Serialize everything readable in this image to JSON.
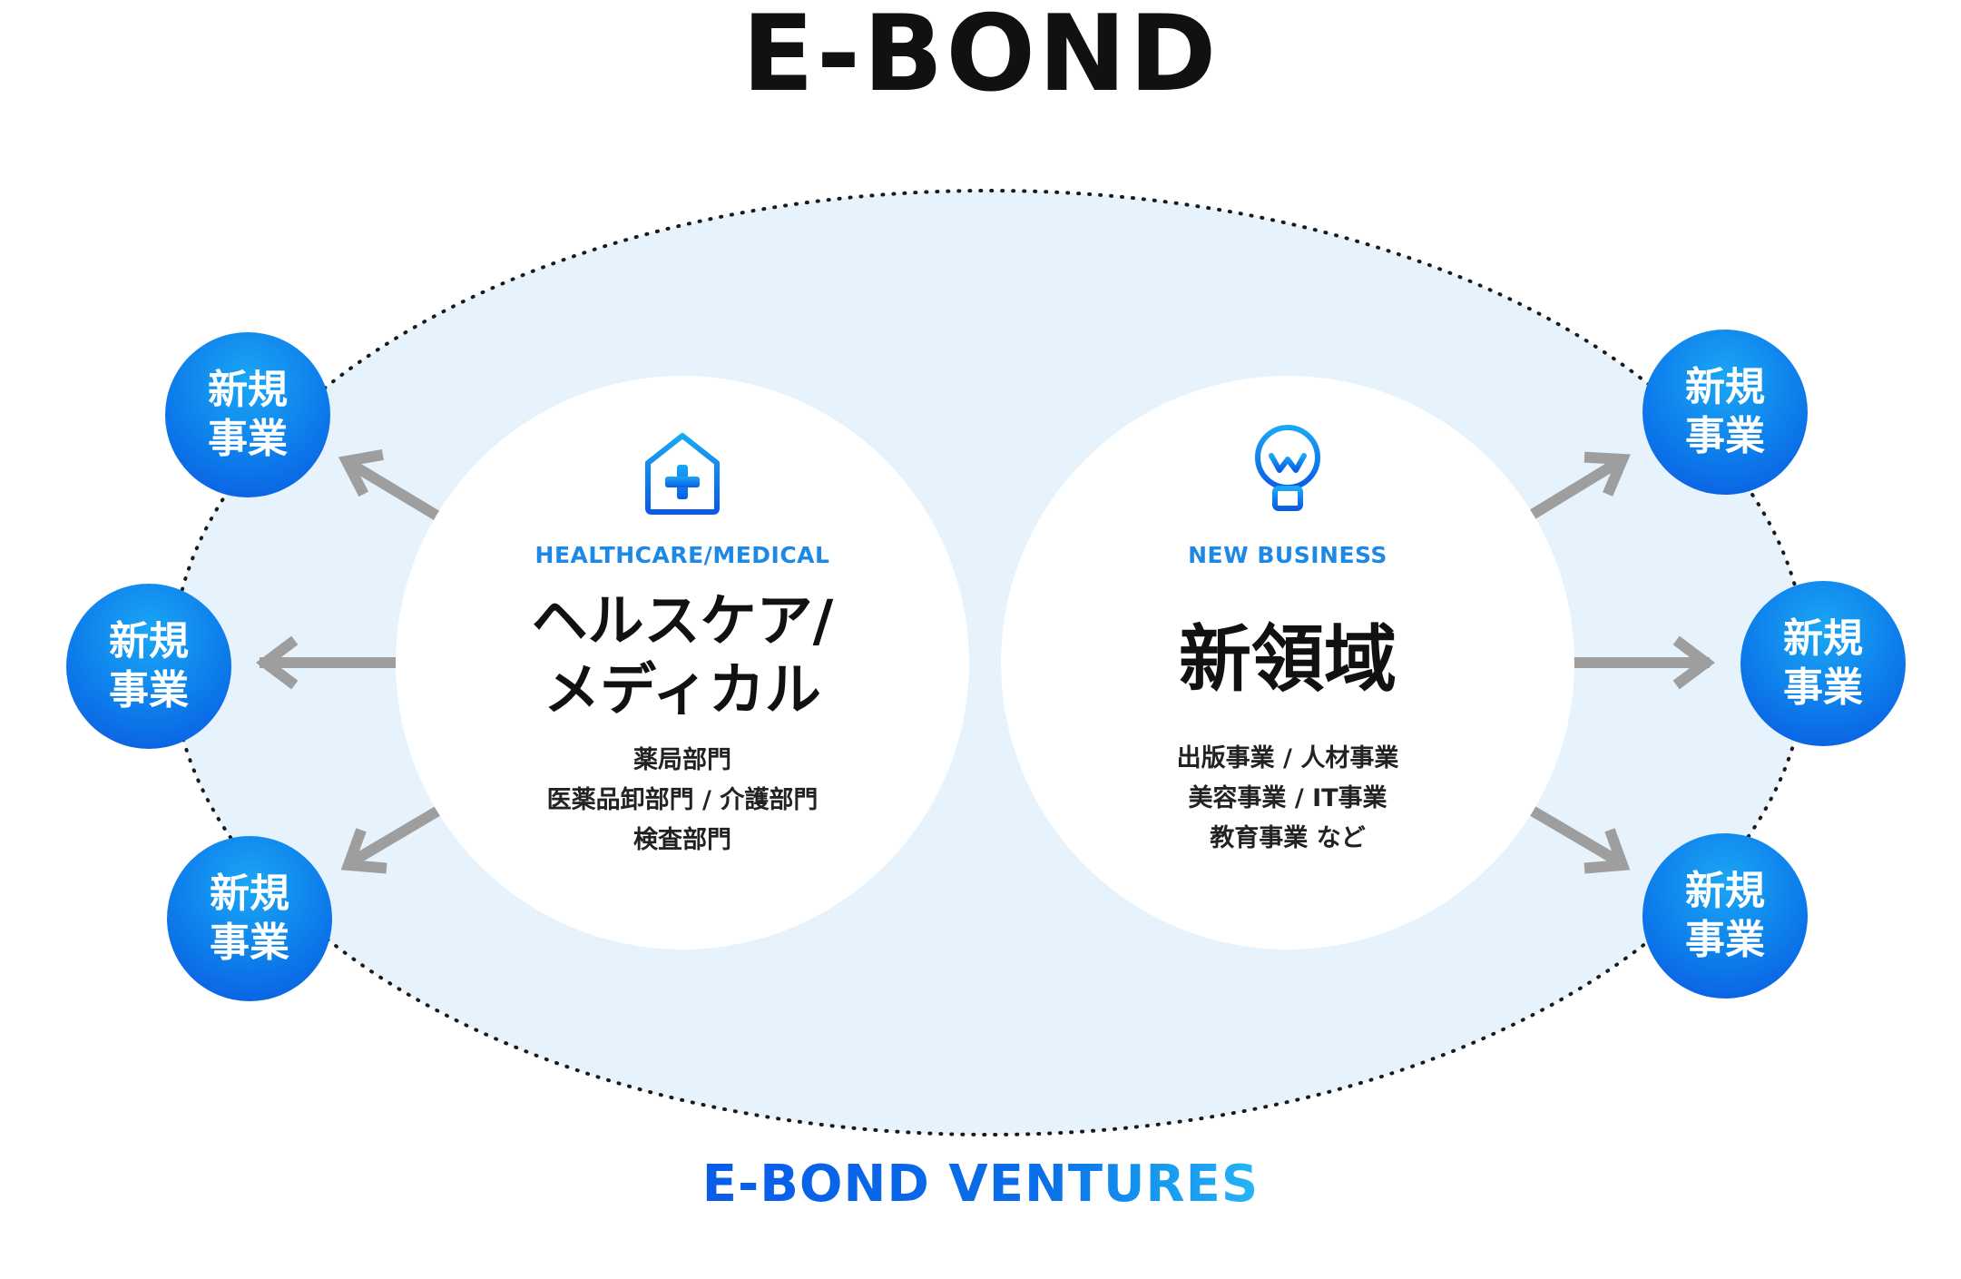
{
  "title": "E-BOND",
  "footer": {
    "part1": "E-BOND VENTUR",
    "part2": "ES"
  },
  "left_core": {
    "label_en": "HEALTHCARE/MEDICAL",
    "heading_lines": [
      "ヘルスケア/",
      "メディカル"
    ],
    "details": [
      "薬局部門",
      "医薬品卸部門 / 介護部門",
      "検査部門"
    ],
    "icon": "medical-house-icon"
  },
  "right_core": {
    "label_en": "NEW BUSINESS",
    "heading": "新領域",
    "details": [
      "出版事業 / 人材事業",
      "美容事業 / IT事業",
      "教育事業 など"
    ],
    "icon": "lightbulb-icon"
  },
  "nodes": [
    {
      "line1": "新規",
      "line2": "事業"
    },
    {
      "line1": "新規",
      "line2": "事業"
    },
    {
      "line1": "新規",
      "line2": "事業"
    },
    {
      "line1": "新規",
      "line2": "事業"
    },
    {
      "line1": "新規",
      "line2": "事業"
    },
    {
      "line1": "新規",
      "line2": "事業"
    }
  ],
  "colors": {
    "ellipse_fill": "#e6f3fd",
    "dotted_border": "#1a1a1a",
    "arrow": "#9e9e9e",
    "accent_blue": "#1e88e5",
    "node_blue": "#0d7ceb"
  }
}
